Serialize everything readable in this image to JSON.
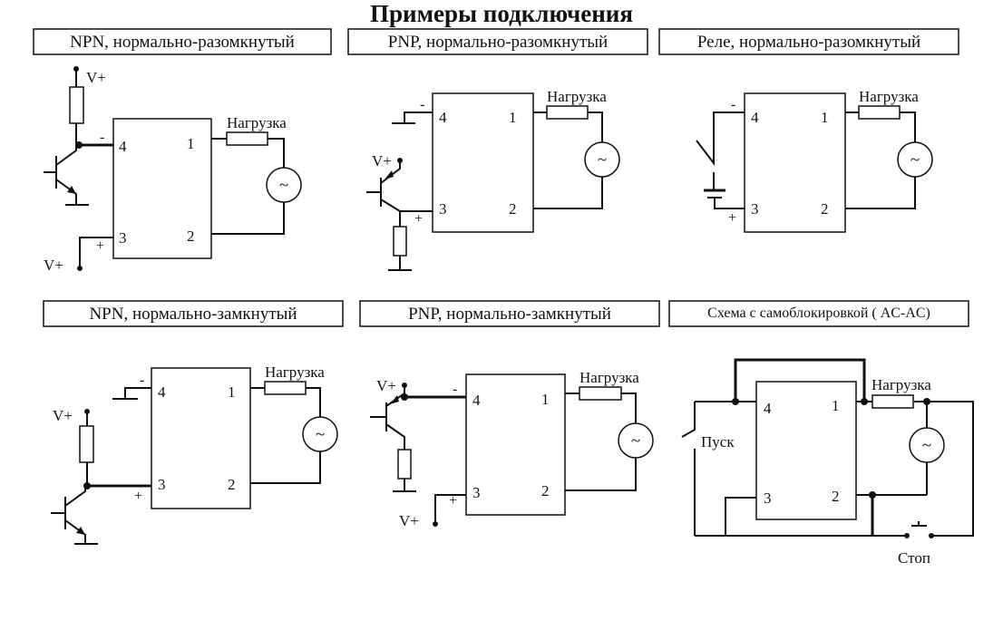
{
  "title": "Примеры подключения",
  "panels": [
    {
      "caption": "NPN, нормально-разомкнутый"
    },
    {
      "caption": "PNP, нормально-разомкнутый"
    },
    {
      "caption": "Реле, нормально-разомкнутый"
    },
    {
      "caption": "NPN, нормально-замкнутый"
    },
    {
      "caption": "PNP, нормально-замкнутый"
    },
    {
      "caption": "Схема с самоблокировкой ( AC-AC)"
    }
  ],
  "labels": {
    "load": "Нагрузка",
    "vplus": "V+",
    "minus": "-",
    "plus": "+",
    "ac": "~",
    "start": "Пуск",
    "stop": "Стоп"
  },
  "pins": {
    "p1": "1",
    "p2": "2",
    "p3": "3",
    "p4": "4"
  }
}
